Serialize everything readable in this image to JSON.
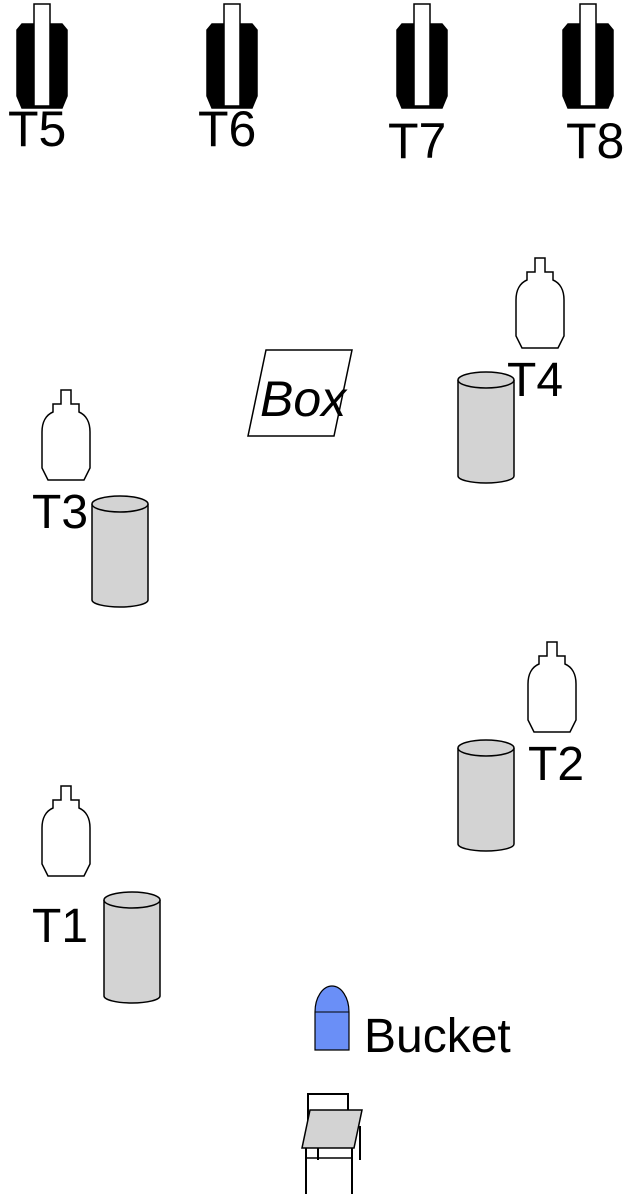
{
  "stage": {
    "background": "#ffffff",
    "colors": {
      "barrel_fill": "#d3d3d3",
      "bucket_fill": "#6a8ff7",
      "table_fill": "#d3d3d3",
      "outline": "#000000"
    }
  },
  "far_targets": [
    {
      "label": "T5",
      "icon": "black-silhouette-target-icon"
    },
    {
      "label": "T6",
      "icon": "black-silhouette-target-icon"
    },
    {
      "label": "T7",
      "icon": "black-silhouette-target-icon"
    },
    {
      "label": "T8",
      "icon": "black-silhouette-target-icon"
    }
  ],
  "near_targets": [
    {
      "label": "T1",
      "icon": "silhouette-target-icon"
    },
    {
      "label": "T2",
      "icon": "silhouette-target-icon"
    },
    {
      "label": "T3",
      "icon": "silhouette-target-icon"
    },
    {
      "label": "T4",
      "icon": "silhouette-target-icon"
    }
  ],
  "barrels": [
    "barrel-icon",
    "barrel-icon",
    "barrel-icon",
    "barrel-icon"
  ],
  "box": {
    "label": "Box"
  },
  "bucket": {
    "label": "Bucket",
    "icon": "bucket-icon"
  },
  "start": {
    "icon": "table-chair-icon"
  }
}
